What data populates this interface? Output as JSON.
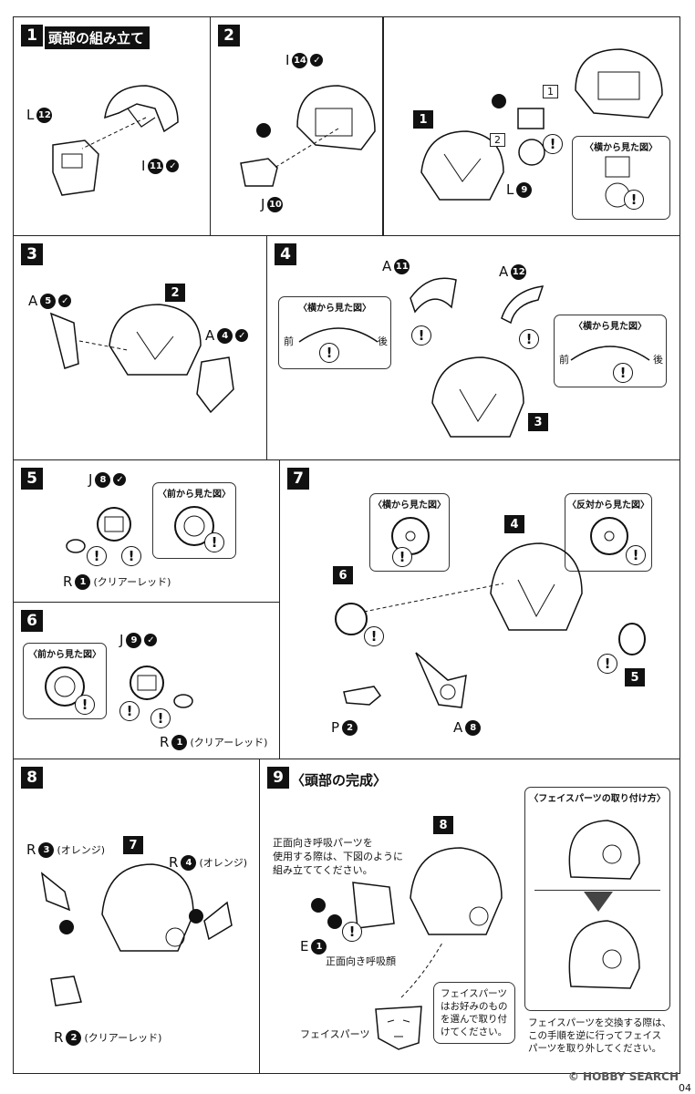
{
  "step1": {
    "num": "1",
    "title": "頭部の組み立て",
    "l_letter": "L",
    "l_num": "12",
    "i_letter": "I",
    "i_num": "11"
  },
  "step2": {
    "num": "2",
    "i_letter": "I",
    "i_num": "14",
    "j_letter": "J",
    "j_num": "10",
    "l_letter": "L",
    "l_num": "9",
    "sub1": "1",
    "sub2": "2",
    "ref": "1",
    "inset": "〈横から見た図〉"
  },
  "step3": {
    "num": "3",
    "a5_letter": "A",
    "a5_num": "5",
    "a4_letter": "A",
    "a4_num": "4",
    "ref": "2"
  },
  "step4": {
    "num": "4",
    "a11_letter": "A",
    "a11_num": "11",
    "a12_letter": "A",
    "a12_num": "12",
    "ref": "3",
    "inset": "〈横から見た図〉",
    "front": "前",
    "back": "後"
  },
  "step5": {
    "num": "5",
    "j_letter": "J",
    "j_num": "8",
    "r_letter": "R",
    "r_num": "1",
    "r_note": "(クリアーレッド)",
    "inset": "〈前から見た図〉"
  },
  "step6": {
    "num": "6",
    "j_letter": "J",
    "j_num": "9",
    "r_letter": "R",
    "r_num": "1",
    "r_note": "(クリアーレッド)",
    "inset": "〈前から見た図〉"
  },
  "step7": {
    "num": "7",
    "ref4": "4",
    "ref6": "6",
    "ref5": "5",
    "p_letter": "P",
    "p_num": "2",
    "a_letter": "A",
    "a_num": "8",
    "inset_side": "〈横から見た図〉",
    "inset_opp": "〈反対から見た図〉"
  },
  "step8": {
    "num": "8",
    "ref": "7",
    "r3_letter": "R",
    "r3_num": "3",
    "r3_note": "(オレンジ)",
    "r4_letter": "R",
    "r4_num": "4",
    "r4_note": "(オレンジ)",
    "r2_letter": "R",
    "r2_num": "2",
    "r2_note": "(クリアーレッド)"
  },
  "step9": {
    "num": "9",
    "title": "〈頭部の完成〉",
    "ref": "8",
    "note_lines": [
      "正面向き呼吸パーツを",
      "使用する際は、下図のように",
      "組み立ててください。"
    ],
    "e_letter": "E",
    "e_num": "1",
    "part_name": "正面向き呼吸顔",
    "face_label": "フェイスパーツ",
    "bubble_lines": [
      "フェイスパーツ",
      "はお好みのもの",
      "を選んで取り付",
      "けてください。"
    ],
    "inset": "〈フェイスパーツの取り付け方〉",
    "exchange_lines": [
      "フェイスパーツを交換する際は、",
      "この手順を逆に行ってフェイス",
      "パーツを取り外してください。"
    ]
  },
  "footer": {
    "watermark": "© HOBBY SEARCH",
    "page": "04"
  }
}
